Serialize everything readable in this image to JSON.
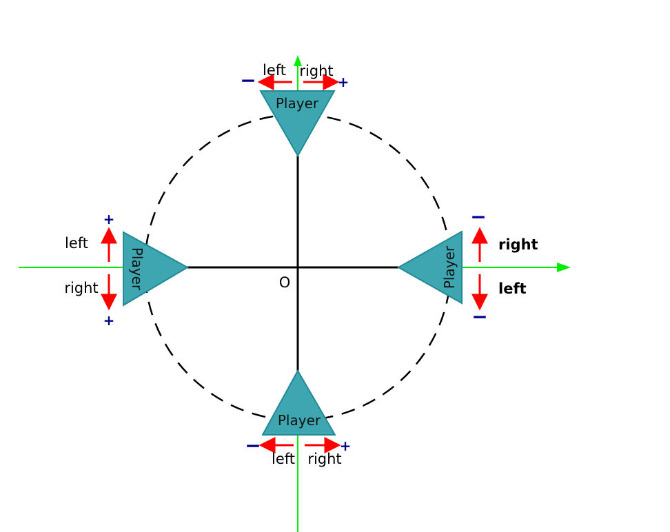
{
  "origin_label": "O",
  "player_label": "Player",
  "direction_labels": {
    "top": {
      "left": "left",
      "right": "right"
    },
    "bottom": {
      "left": "left",
      "right": "right"
    },
    "left_side": {
      "left": "left",
      "right": "right"
    },
    "right_side": {
      "right": "right",
      "left": "left"
    }
  },
  "signs": {
    "plus": "+",
    "minus": "−"
  },
  "colors": {
    "player_fill": "#3ea6b0",
    "player_stroke": "#218a94",
    "axis": "#00ee00",
    "direction_arrow": "#ff0000",
    "sign": "#00008b",
    "spokes": "#000000",
    "circle": "#000000"
  }
}
